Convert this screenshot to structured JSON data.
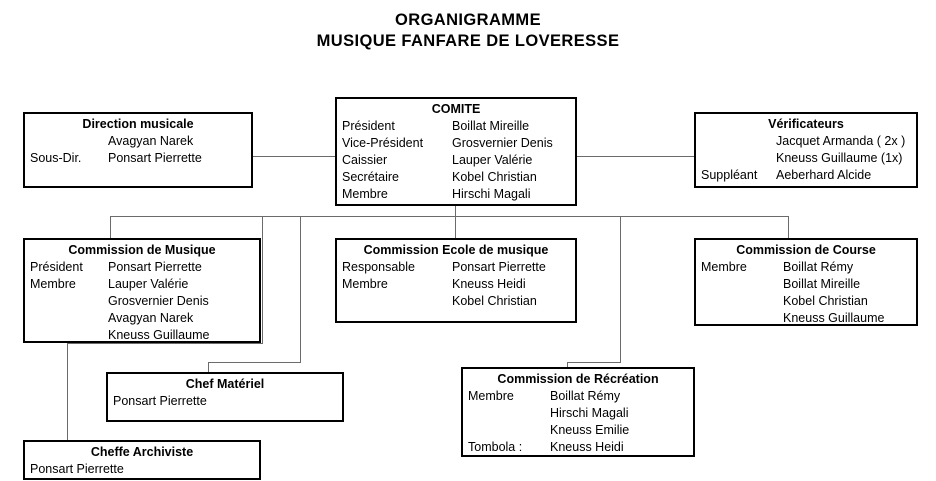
{
  "title": {
    "line1": "ORGANIGRAMME",
    "line2": "MUSIQUE FANFARE DE LOVERESSE"
  },
  "boxes": {
    "direction_musicale": {
      "title": "Direction musicale",
      "rows": [
        {
          "role": "",
          "person": "Avagyan Narek"
        },
        {
          "role": "Sous-Dir.",
          "person": "Ponsart Pierrette"
        }
      ]
    },
    "comite": {
      "title": "COMITE",
      "rows": [
        {
          "role": "Président",
          "person": "Boillat Mireille"
        },
        {
          "role": "Vice-Président",
          "person": "Grosvernier Denis"
        },
        {
          "role": "Caissier",
          "person": "Lauper Valérie"
        },
        {
          "role": "Secrétaire",
          "person": "Kobel Christian"
        },
        {
          "role": "Membre",
          "person": "Hirschi Magali"
        }
      ]
    },
    "verificateurs": {
      "title": "Vérificateurs",
      "rows": [
        {
          "role": "",
          "person": "Jacquet Armanda ( 2x )"
        },
        {
          "role": "",
          "person": "Kneuss Guillaume (1x)"
        },
        {
          "role": "Suppléant",
          "person": "Aeberhard Alcide"
        }
      ]
    },
    "commission_musique": {
      "title": "Commission de Musique",
      "rows": [
        {
          "role": "Président",
          "person": "Ponsart Pierrette"
        },
        {
          "role": "Membre",
          "person": "Lauper Valérie"
        },
        {
          "role": "",
          "person": "Grosvernier Denis"
        },
        {
          "role": "",
          "person": "Avagyan Narek"
        },
        {
          "role": "",
          "person": "Kneuss Guillaume"
        }
      ]
    },
    "commission_ecole": {
      "title": "Commission Ecole de musique",
      "rows": [
        {
          "role": "Responsable",
          "person": "Ponsart Pierrette"
        },
        {
          "role": "Membre",
          "person": "Kneuss Heidi"
        },
        {
          "role": "",
          "person": "Kobel Christian"
        }
      ]
    },
    "commission_course": {
      "title": "Commission de Course",
      "rows": [
        {
          "role": "Membre",
          "person": "Boillat Rémy"
        },
        {
          "role": "",
          "person": "Boillat Mireille"
        },
        {
          "role": "",
          "person": "Kobel Christian"
        },
        {
          "role": "",
          "person": "Kneuss Guillaume"
        }
      ]
    },
    "chef_materiel": {
      "title": "Chef Matériel",
      "rows": [
        {
          "role": "",
          "person": "Ponsart Pierrette"
        }
      ]
    },
    "cheffe_archiviste": {
      "title": "Cheffe Archiviste",
      "rows": [
        {
          "role": "",
          "person": "Ponsart Pierrette"
        }
      ]
    },
    "commission_recreation": {
      "title": "Commission de Récréation",
      "rows": [
        {
          "role": "Membre",
          "person": "Boillat Rémy"
        },
        {
          "role": "",
          "person": "Hirschi Magali"
        },
        {
          "role": "",
          "person": "Kneuss Emilie"
        },
        {
          "role": "Tombola :",
          "person": "Kneuss Heidi"
        }
      ]
    }
  },
  "colors": {
    "box_border": "#000000",
    "connector": "#6b6b6b",
    "background": "#ffffff",
    "text": "#000000"
  }
}
